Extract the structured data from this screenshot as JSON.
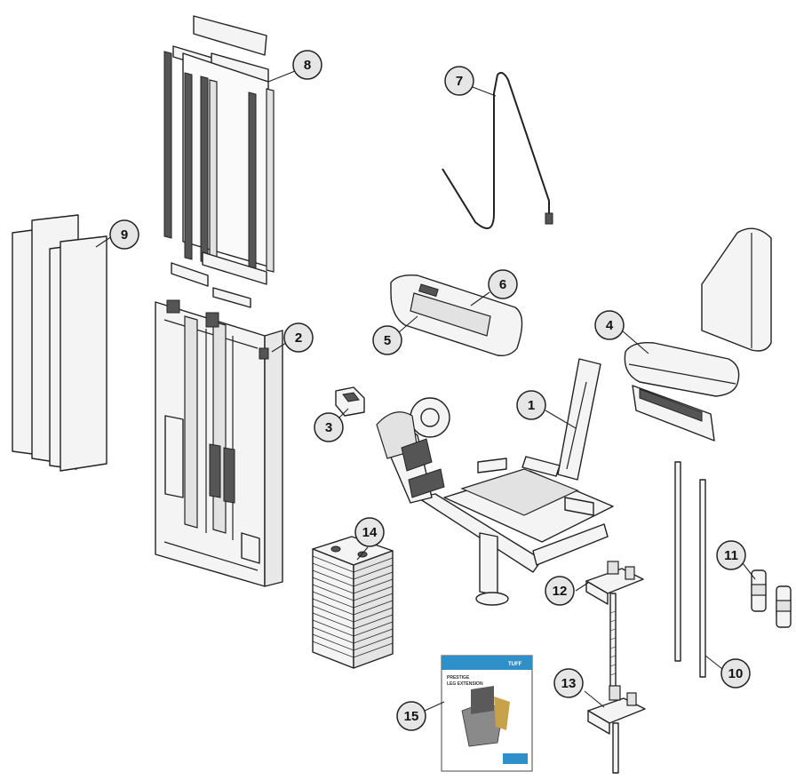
{
  "callouts": {
    "c1": "1",
    "c2": "2",
    "c3": "3",
    "c4": "4",
    "c5": "5",
    "c6": "6",
    "c7": "7",
    "c8": "8",
    "c9": "9",
    "c10": "10",
    "c11": "11",
    "c12": "12",
    "c13": "13",
    "c14": "14",
    "c15": "15"
  },
  "manual": {
    "title_line1": "PRESTIGE",
    "title_line2": "LEG EXTENSION",
    "brand": "TUFF"
  }
}
